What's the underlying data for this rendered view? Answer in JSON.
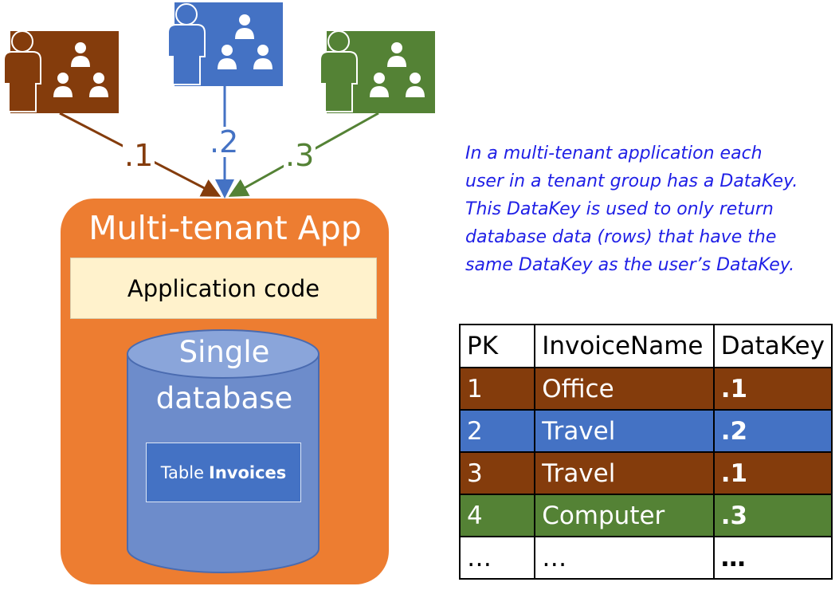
{
  "colors": {
    "tenant1": "#843c0c",
    "tenant2": "#4472c4",
    "tenant3": "#548235",
    "app": "#ed7d31",
    "code_box": "#fff2cc",
    "database": "#6d8ccb",
    "note_text": "#1f1fe6"
  },
  "tenants": [
    {
      "icon": "tenant-group-icon",
      "color": "#843c0c",
      "key_label": ".1"
    },
    {
      "icon": "tenant-group-icon",
      "color": "#4472c4",
      "key_label": ".2"
    },
    {
      "icon": "tenant-group-icon",
      "color": "#548235",
      "key_label": ".3"
    }
  ],
  "app": {
    "title": "Multi-tenant App",
    "code_label": "Application code",
    "database_line1": "Single",
    "database_line2": "database",
    "table_prefix": "Table",
    "table_name": "Invoices"
  },
  "note": "In a multi-tenant application each\nuser in a tenant group has a DataKey.\nThis DataKey is used to only return\ndatabase data (rows) that have the\nsame DataKey as the user’s DataKey.",
  "table": {
    "headers": [
      "PK",
      "InvoiceName",
      "DataKey"
    ],
    "rows": [
      {
        "pk": "1",
        "name": "Office",
        "key": ".1",
        "color": "#843c0c"
      },
      {
        "pk": "2",
        "name": "Travel",
        "key": ".2",
        "color": "#4472c4"
      },
      {
        "pk": "3",
        "name": "Travel",
        "key": ".1",
        "color": "#843c0c"
      },
      {
        "pk": "4",
        "name": "Computer",
        "key": ".3",
        "color": "#548235"
      },
      {
        "pk": "…",
        "name": "…",
        "key": "…",
        "color": "#ffffff"
      }
    ]
  }
}
